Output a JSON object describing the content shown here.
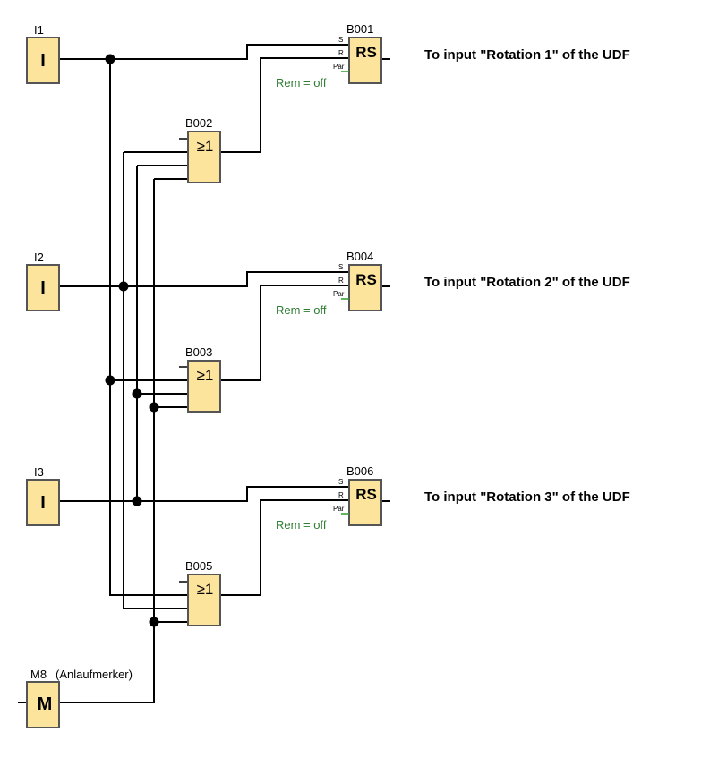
{
  "colors": {
    "block_fill": "#fde49c",
    "block_stroke": "#555555",
    "wire": "#000000",
    "rem_text": "#2e7d32",
    "par_tick": "#2e9b2e"
  },
  "inputs": [
    {
      "id": "I1",
      "symbol": "I"
    },
    {
      "id": "I2",
      "symbol": "I"
    },
    {
      "id": "I3",
      "symbol": "I"
    }
  ],
  "marker": {
    "id": "M8",
    "note": "(Anlaufmerker)",
    "symbol": "M"
  },
  "rs_blocks": [
    {
      "id": "B001",
      "symbol": "RS",
      "pins": [
        "S",
        "R",
        "Par"
      ],
      "rem": "Rem = off",
      "note": "To input \"Rotation 1\" of the UDF"
    },
    {
      "id": "B004",
      "symbol": "RS",
      "pins": [
        "S",
        "R",
        "Par"
      ],
      "rem": "Rem = off",
      "note": "To input \"Rotation 2\" of the UDF"
    },
    {
      "id": "B006",
      "symbol": "RS",
      "pins": [
        "S",
        "R",
        "Par"
      ],
      "rem": "Rem = off",
      "note": "To input \"Rotation 3\" of the UDF"
    }
  ],
  "or_blocks": [
    {
      "id": "B002",
      "symbol": "≥1"
    },
    {
      "id": "B003",
      "symbol": "≥1"
    },
    {
      "id": "B005",
      "symbol": "≥1"
    }
  ]
}
